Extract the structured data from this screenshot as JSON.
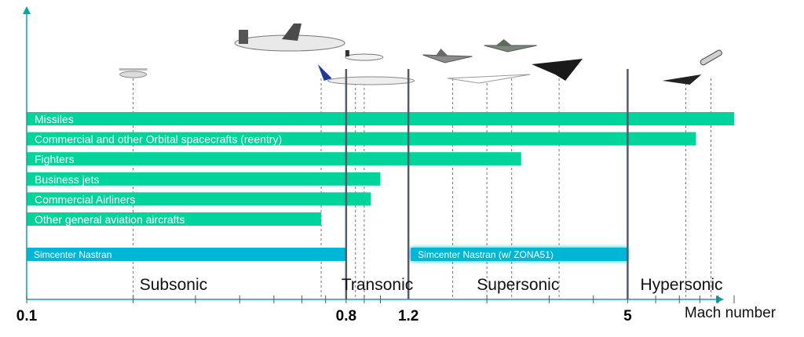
{
  "chart_data": {
    "type": "bar",
    "orientation": "horizontal",
    "xscale": "log",
    "xlim": [
      0.1,
      10
    ],
    "xlabel": "Mach number",
    "x_ticks": [
      {
        "value": 0.1,
        "label": "0.1"
      },
      {
        "value": 0.8,
        "label": "0.8"
      },
      {
        "value": 1.2,
        "label": "1.2"
      },
      {
        "value": 5,
        "label": "5"
      }
    ],
    "regime_boundaries": [
      0.8,
      1.2,
      5
    ],
    "categories": [
      "Missiles",
      "Commercial and other Orbital spacecrafts (reentry)",
      "Fighters",
      "Business jets",
      "Commercial Airliners",
      "Other general aviation aircrafts"
    ],
    "values": [
      {
        "start": 0.1,
        "end": 10
      },
      {
        "start": 0.1,
        "end": 7.8
      },
      {
        "start": 0.1,
        "end": 2.5
      },
      {
        "start": 0.1,
        "end": 1.0
      },
      {
        "start": 0.1,
        "end": 0.94
      },
      {
        "start": 0.1,
        "end": 0.68
      }
    ],
    "tools": [
      {
        "label": "Simcenter Nastran",
        "start": 0.1,
        "end": 0.8
      },
      {
        "label": "Simcenter Nastran (w/ ZONA51)",
        "start": 1.2,
        "end": 5
      }
    ],
    "regimes": [
      {
        "label": "Subsonic",
        "at": 0.26
      },
      {
        "label": "Transonic",
        "at": 0.98
      },
      {
        "label": "Supersonic",
        "at": 2.45
      },
      {
        "label": "Hypersonic",
        "at": 7.1
      }
    ],
    "aircraft_markers": [
      {
        "name": "general-aviation-plane",
        "mach": 0.2
      },
      {
        "name": "cargo-transport-plane",
        "mach": 0.68
      },
      {
        "name": "commercial-airliner",
        "mach": 0.85
      },
      {
        "name": "business-jet",
        "mach": 0.9
      },
      {
        "name": "stealth-fighter",
        "mach": 1.6
      },
      {
        "name": "supersonic-transport",
        "mach": 2.0
      },
      {
        "name": "fighter-jet",
        "mach": 2.35
      },
      {
        "name": "reconnaissance-aircraft",
        "mach": 3.2
      },
      {
        "name": "hypersonic-vehicle",
        "mach": 7.3
      },
      {
        "name": "missile",
        "mach": 8.6
      }
    ],
    "colors": {
      "bar": "#00d49b",
      "tool_bar": "#00b6d6",
      "boundary": "#555a6e",
      "axis": "#0aa5a0",
      "dashed": "#777777"
    }
  }
}
